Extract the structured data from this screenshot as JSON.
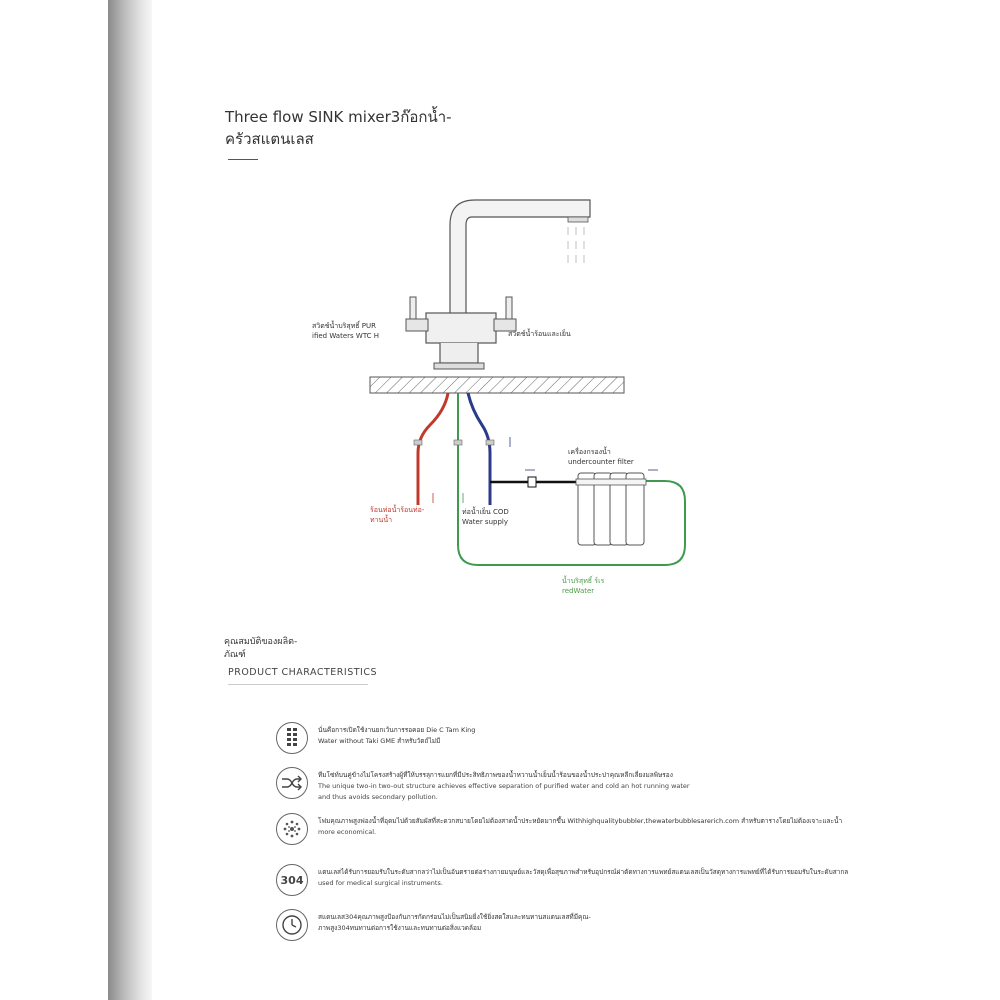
{
  "title": {
    "line1": "Three flow SINK mixer3ก๊อกน้ำ-",
    "line2": "ครัวสแตนเลส"
  },
  "diagram": {
    "label_left_th": "สวิตช์น้ำบริสุทธิ์ PUR",
    "label_left_en": "ified Waters WTC H",
    "label_right": "สวิตช์น้ำร้อนและเย็น",
    "label_hot_1": "ร้อนท่อน้ำร้อนท่อ-",
    "label_hot_2": "ทานน้ำ",
    "label_cold_1": "ท่อน้ำเย็น COD",
    "label_cold_2": "Water supply",
    "label_filter_1": "เครื่องกรองน้ำ",
    "label_filter_2": "undercounter filter",
    "label_pure_1": "น้ำบริสุทธิ์ ร์เร",
    "label_pure_2": "redWater",
    "colors": {
      "hot": "#c0392b",
      "cold": "#2c3a8a",
      "pure": "#3f9a4f",
      "filter": "#111111"
    }
  },
  "section": {
    "title_th_1": "คุณสมบัติของผลิต-",
    "title_th_2": "ภัณฑ์",
    "title_en": "PRODUCT CHARACTERISTICS"
  },
  "features": [
    {
      "icon": "dotted-column-icon",
      "line1": "นั่นคือการเปิดใช้งานยกเว้นการรอคอย Die C Tam King",
      "line2": "Water without Taki GME สำหรับวัตถ์ไม่มี"
    },
    {
      "icon": "crossing-arrows-icon",
      "line1": "ทีมโซ่ท์บนคู่ข้างไม่โครงสร้างผู้ที่ให้บรรลุการแยกที่มีประสิทธิภาพของน้ำหวานน้ำเย็นน้ำร้อนของน้ำประปาคุณหลีกเลี่ยงมลพิษรอง",
      "line2": "The unique two-in two-out structure achieves effective separation of purified water and cold an hot running water",
      "line3": "and thus avoids secondary pollution."
    },
    {
      "icon": "bubble-aerator-icon",
      "line1": "โฟมคุณภาพสูงฟองน้ำที่อุดมไปด้วยสัมผัสที่สะดวกสบายโดยไม่ต้องสาดน้ำประหยัดมากขึ้น Withhighqualitybubbler,thewaterbubblesarerich.com สำหรับตารางโดยไม่ต้องเจาะและน้ำ",
      "line2": "more economical."
    },
    {
      "icon": "steel-304-icon",
      "badge": "304",
      "line1": "แตนเลสได้รับการยอมรับในระดับสากลว่าไม่เป็นอันตรายต่อร่างกายมนุษย์และวัสดุเพื่อสุขภาพสำหรับอุปกรณ์ผ่าตัดทางการแพทย์สแตนเลสเป็นวัสดุทางการแพทย์ที่ได้รับการยอมรับในระดับสากล",
      "line2": "used for medical surgical instruments."
    },
    {
      "icon": "clock-icon",
      "line1": "สแตนเลส304คุณภาพสูงป้องกันการกัดกร่อนไม่เป็นสนิมยิ่งใช้ยิ่งสดใสและทนทานสแตนเลสที่มีคุณ-",
      "line2": "ภาพสูง304ทนทานต่อการใช้งานและทนทานต่อสิ่งแวดล้อม"
    }
  ]
}
